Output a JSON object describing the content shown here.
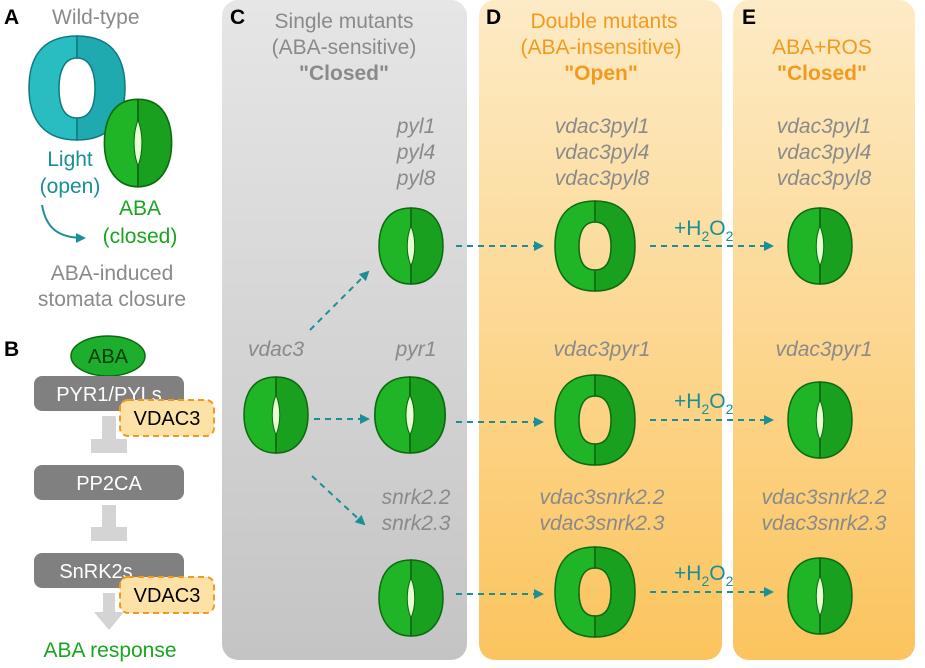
{
  "panels": {
    "A": {
      "letter": "A",
      "title": "Wild-type",
      "light_label": [
        "Light",
        "(open)"
      ],
      "aba_label": [
        "ABA",
        "(closed)"
      ],
      "caption": [
        "ABA-induced",
        "stomata closure"
      ]
    },
    "B": {
      "letter": "B",
      "aba": "ABA",
      "pyr": "PYR1/PYLs",
      "vdac_top": "VDAC3",
      "pp2ca": "PP2CA",
      "snrk": "SnRK2s",
      "vdac_bottom": "VDAC3",
      "response": "ABA response"
    },
    "C": {
      "letter": "C",
      "title": [
        "Single mutants",
        "(ABA-sensitive)"
      ],
      "state": "\"Closed\"",
      "vdac3": "vdac3",
      "pyl": [
        "pyl1",
        "pyl4",
        "pyl8"
      ],
      "pyr1": "pyr1",
      "snrk": [
        "snrk2.2",
        "snrk2.3"
      ]
    },
    "D": {
      "letter": "D",
      "title": [
        "Double mutants",
        "(ABA-insensitive)"
      ],
      "state": "\"Open\"",
      "pyl": [
        "vdac3pyl1",
        "vdac3pyl4",
        "vdac3pyl8"
      ],
      "pyr1": "vdac3pyr1",
      "snrk": [
        "vdac3snrk2.2",
        "vdac3snrk2.3"
      ]
    },
    "E": {
      "letter": "E",
      "title": "ABA+ROS",
      "state": "\"Closed\"",
      "pyl": [
        "vdac3pyl1",
        "vdac3pyl4",
        "vdac3pyl8"
      ],
      "pyr1": "vdac3pyr1",
      "snrk": [
        "vdac3snrk2.2",
        "vdac3snrk2.3"
      ]
    }
  },
  "h2o2": {
    "prefix": "+H",
    "sub": "2",
    "mid": "O",
    "sub2": "2"
  },
  "colors": {
    "gray_text": "#8a8a8a",
    "orange": "#f39a1e",
    "teal": "#1a8f96",
    "green": "#1aa51f",
    "teal_cell": "#22b3b8",
    "box_gray": "#808080",
    "aba_green": "#1cae2c",
    "panel_gray": "#d6d6d6",
    "panel_orange": "#fde2a8"
  }
}
